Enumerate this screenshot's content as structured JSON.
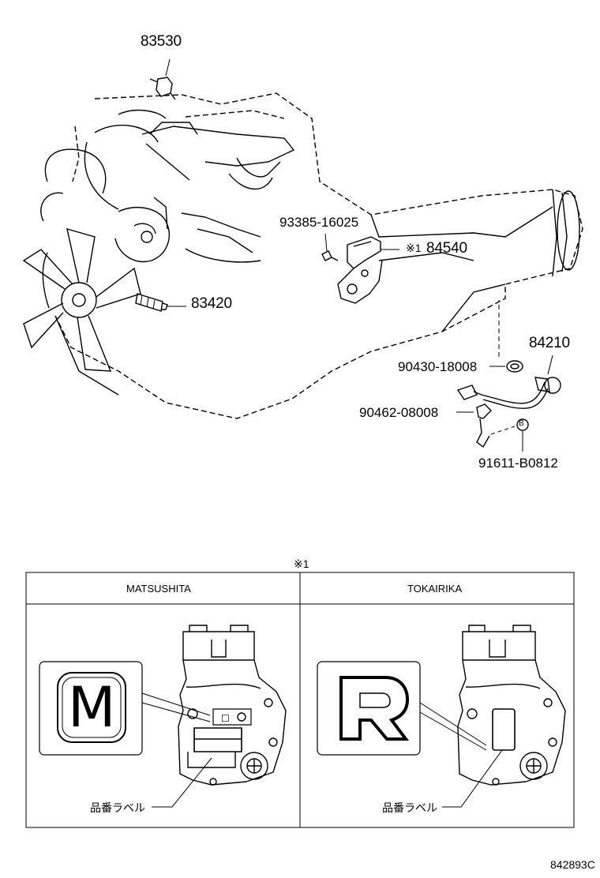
{
  "parts": {
    "p83530": "83530",
    "p93385": "93385-16025",
    "p84540": "84540",
    "p84540_mark": "※1",
    "p83420": "83420",
    "p84210": "84210",
    "p90430": "90430-18008",
    "p90462": "90462-08008",
    "p91611": "91611-B0812"
  },
  "detail": {
    "mark": "※1",
    "left_title": "MATSUSHITA",
    "right_title": "TOKAIRIKA",
    "left_logo": "M",
    "right_logo": "R",
    "left_label_note": "品番ラベル",
    "right_label_note": "品番ラベル"
  },
  "drawing_number": "842893C"
}
